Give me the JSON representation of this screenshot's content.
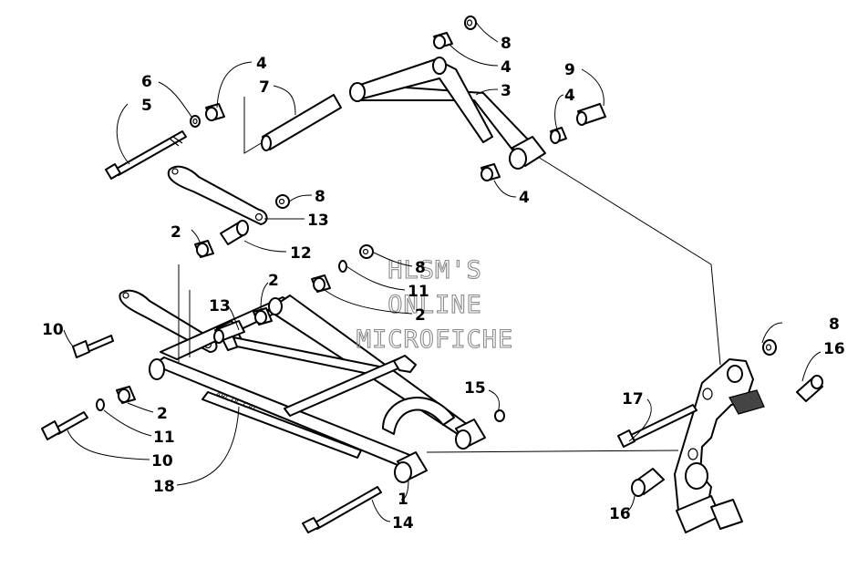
{
  "watermark": {
    "line1": "HLSM'S",
    "line2": "ONLINE",
    "line3": "MICROFICHE"
  },
  "frame_text": "",
  "callouts": [
    {
      "id": "c8a",
      "label": "8"
    },
    {
      "id": "c4a",
      "label": "4"
    },
    {
      "id": "c4b",
      "label": "4"
    },
    {
      "id": "c7",
      "label": "7"
    },
    {
      "id": "c6",
      "label": "6"
    },
    {
      "id": "c5",
      "label": "5"
    },
    {
      "id": "c3",
      "label": "3"
    },
    {
      "id": "c9",
      "label": "9"
    },
    {
      "id": "c4c",
      "label": "4"
    },
    {
      "id": "c4d",
      "label": "4"
    },
    {
      "id": "c8b",
      "label": "8"
    },
    {
      "id": "c13a",
      "label": "13"
    },
    {
      "id": "c2a",
      "label": "2"
    },
    {
      "id": "c12",
      "label": "12"
    },
    {
      "id": "c8c",
      "label": "8"
    },
    {
      "id": "c11a",
      "label": "11"
    },
    {
      "id": "c2b",
      "label": "2"
    },
    {
      "id": "c2c",
      "label": "2"
    },
    {
      "id": "c13b",
      "label": "13"
    },
    {
      "id": "c10a",
      "label": "10"
    },
    {
      "id": "c8d",
      "label": "8"
    },
    {
      "id": "c16a",
      "label": "16"
    },
    {
      "id": "c15",
      "label": "15"
    },
    {
      "id": "c17",
      "label": "17"
    },
    {
      "id": "c2d",
      "label": "2"
    },
    {
      "id": "c11b",
      "label": "11"
    },
    {
      "id": "c10b",
      "label": "10"
    },
    {
      "id": "c18",
      "label": "18"
    },
    {
      "id": "c1",
      "label": "1"
    },
    {
      "id": "c14",
      "label": "14"
    },
    {
      "id": "c16b",
      "label": "16"
    }
  ]
}
